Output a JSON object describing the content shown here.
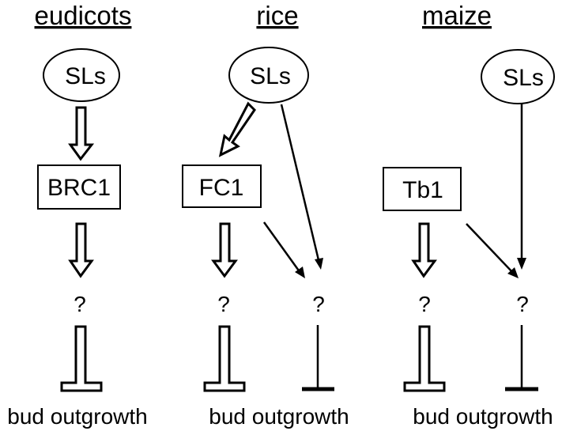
{
  "columns": [
    {
      "title": "eudicots",
      "signal": "SLs",
      "regulator": "BRC1",
      "unknown_left": "?",
      "outcome_left": "bud outgrowth"
    },
    {
      "title": "rice",
      "signal": "SLs",
      "regulator": "FC1",
      "unknown_left": "?",
      "unknown_right": "?",
      "outcome": "bud outgrowth"
    },
    {
      "title": "maize",
      "signal": "SLs",
      "regulator": "Tb1",
      "unknown_left": "?",
      "unknown_right": "?",
      "outcome": "bud outgrowth"
    }
  ]
}
